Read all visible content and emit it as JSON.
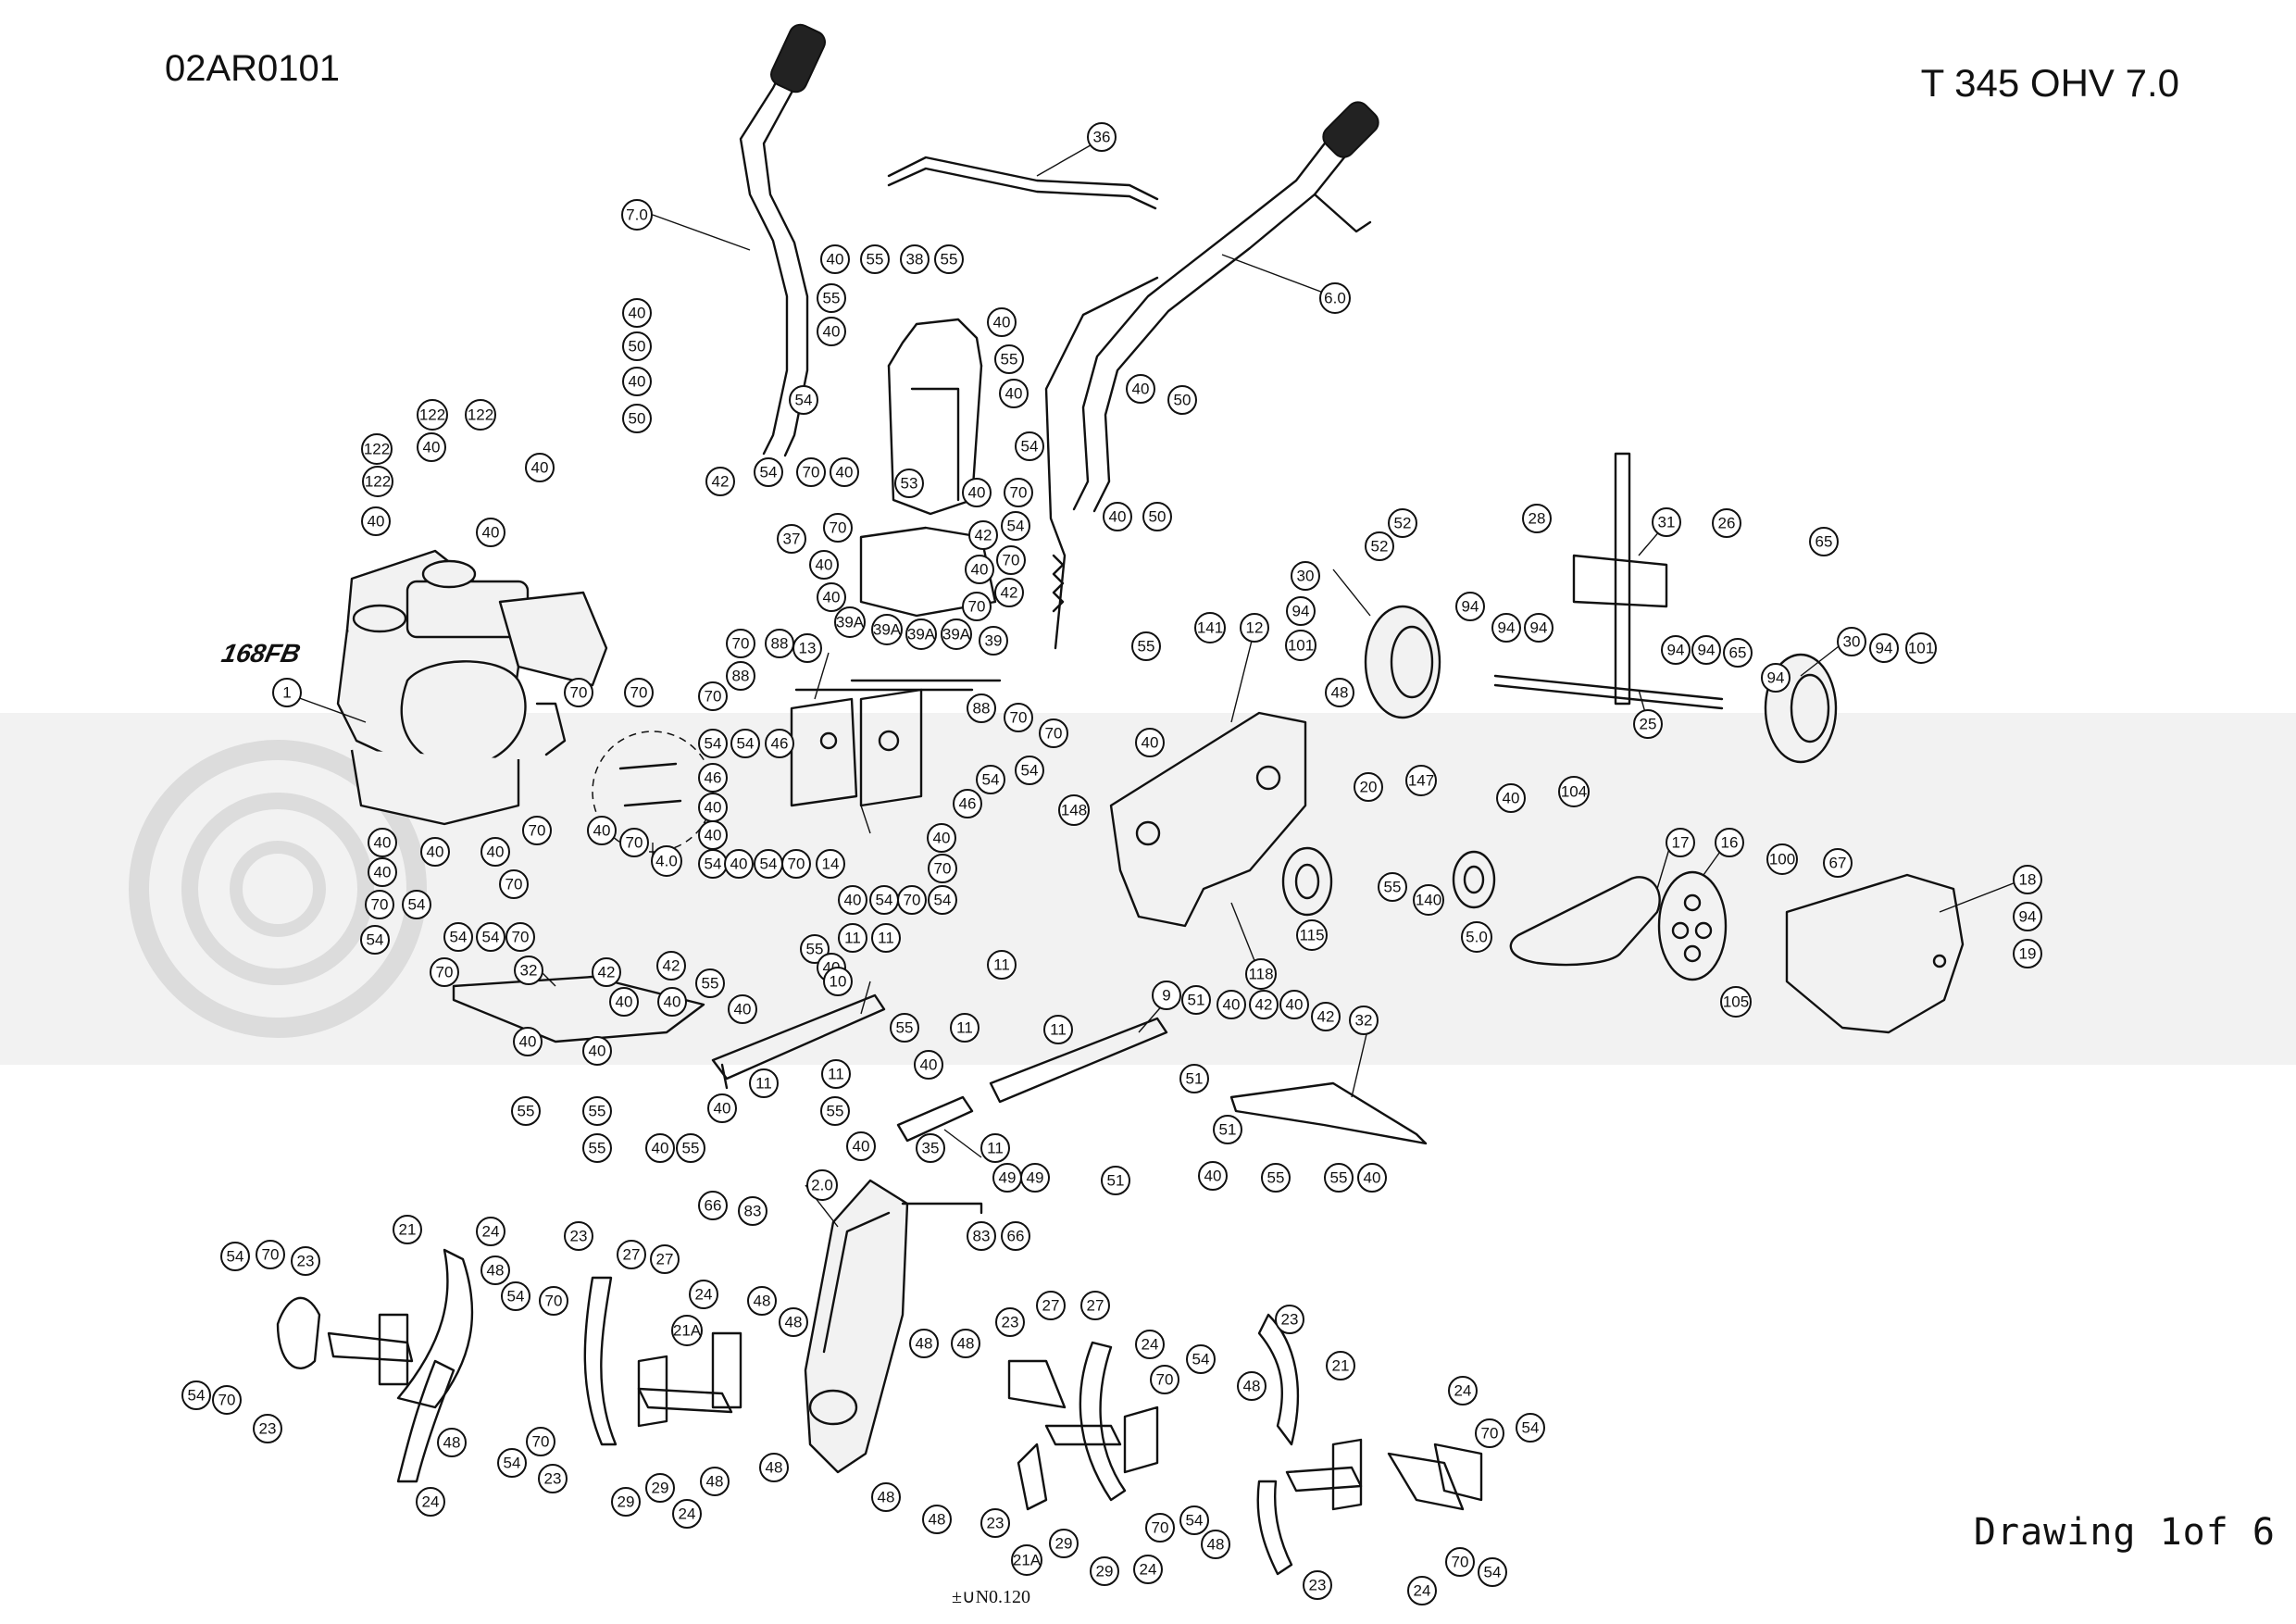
{
  "header": {
    "document_id": "02AR0101",
    "model": "T 345 OHV 7.0"
  },
  "footer": {
    "drawing_label": "Drawing 1of 6",
    "code": "±∪N0.120"
  },
  "engine_label": "168FB",
  "callouts": [
    "1",
    "2.0",
    "4.0",
    "5.0",
    "6.0",
    "7.0",
    "9",
    "10",
    "11",
    "12",
    "13",
    "14",
    "16",
    "17",
    "18",
    "19",
    "20",
    "21",
    "21A",
    "23",
    "24",
    "25",
    "26",
    "27",
    "28",
    "29",
    "30",
    "31",
    "32",
    "35",
    "36",
    "37",
    "38",
    "39",
    "39A",
    "40",
    "42",
    "46",
    "48",
    "49",
    "50",
    "51",
    "52",
    "53",
    "54",
    "55",
    "65",
    "66",
    "67",
    "70",
    "83",
    "88",
    "94",
    "100",
    "101",
    "104",
    "105",
    "115",
    "118",
    "122",
    "140",
    "141",
    "147",
    "148"
  ]
}
